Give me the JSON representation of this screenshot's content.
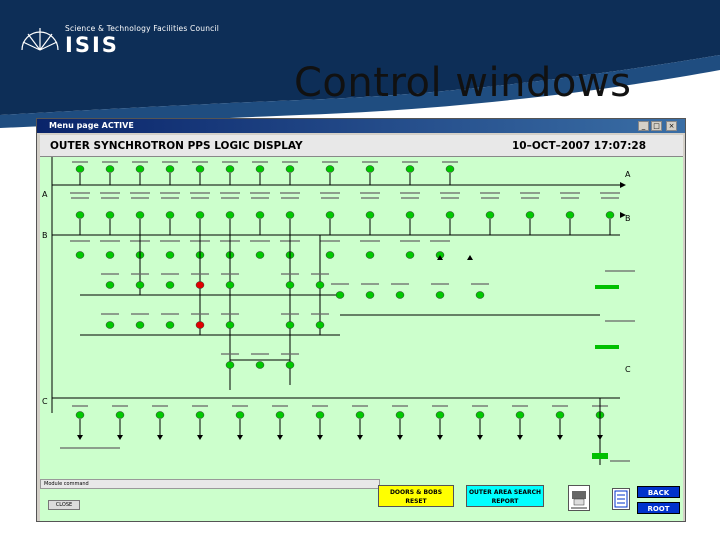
{
  "logo": {
    "org": "Science & Technology Facilities Council",
    "name": "ISIS"
  },
  "slide_title": "Control windows",
  "window": {
    "title": "Menu page  ACTIVE",
    "min_glyph": "_",
    "max_glyph": "□",
    "close_glyph": "×"
  },
  "header": {
    "title": "OUTER SYNCHROTRON PPS LOGIC DISPLAY",
    "datetime": "10–OCT–2007 17:07:28"
  },
  "rails": [
    "A",
    "B",
    "C"
  ],
  "buttons": {
    "doors_reset": "DOORS & BOBS RESET",
    "search_report": "OUTER AREA SEARCH REPORT",
    "back": "BACK",
    "root": "ROOT",
    "close": "CLOSE"
  },
  "statusbar": "Module command",
  "colors": {
    "panel": "#ccffcc",
    "ok": "#00c800",
    "alarm": "#e00000",
    "bar": "#00c000",
    "titlebar": "#0a246a"
  }
}
